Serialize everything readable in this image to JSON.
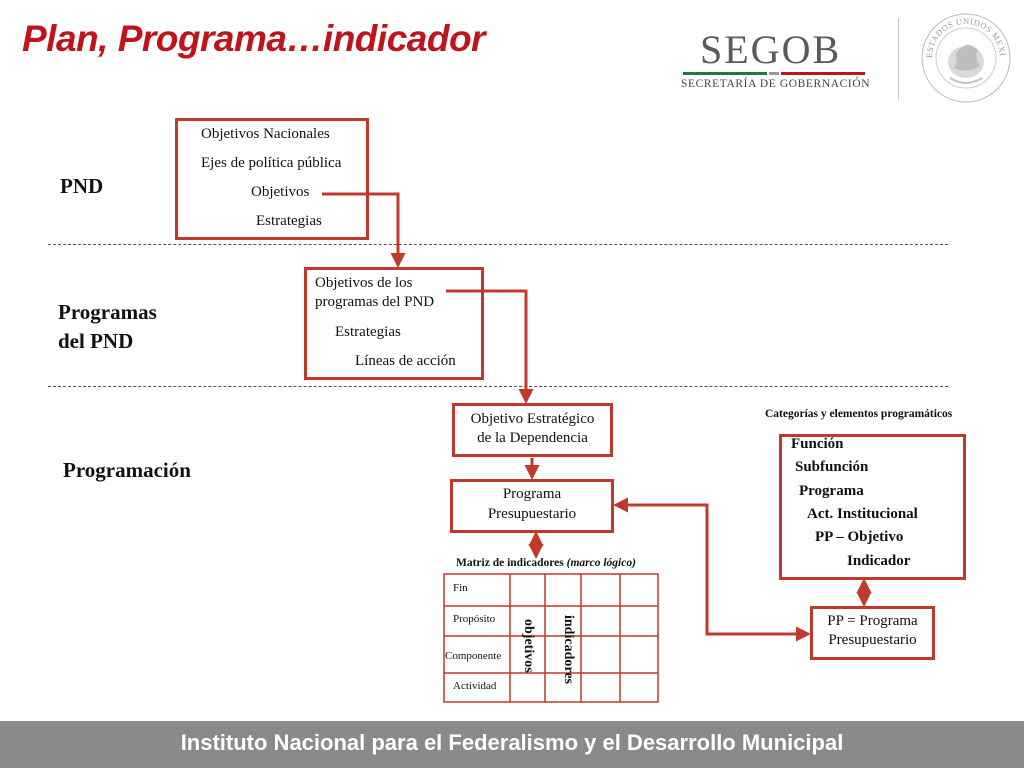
{
  "slide": {
    "title": "Plan, Programa…indicador"
  },
  "logo": {
    "word": "SEGOB",
    "subtitle": "SECRETARÍA DE GOBERNACIÓN",
    "seal_text": "ESTADOS UNIDOS MEXICANOS",
    "colors": {
      "green": "#1b7a3e",
      "gray": "#9a9a9a",
      "red": "#c0141b"
    }
  },
  "sections": {
    "pnd": "PND",
    "programas_line1": "Programas",
    "programas_line2": "del PND",
    "programacion": "Programación"
  },
  "pnd_box": {
    "line1": "Objetivos Nacionales",
    "line2": "Ejes de política pública",
    "line3": "Objetivos",
    "line4": "Estrategias"
  },
  "programs_box": {
    "line1": "Objetivos  de los",
    "line2": "programas del PND",
    "line3": "Estrategias",
    "line4": "Líneas de acción"
  },
  "strategic_box": {
    "line1": "Objetivo Estratégico",
    "line2": "de la Dependencia"
  },
  "budget_box": {
    "line1": "Programa",
    "line2": "Presupuestario"
  },
  "matrix": {
    "title_prefix": "Matriz de indicadores ",
    "title_italic": "(marco lógico)",
    "rows": [
      "Fin",
      "Propósito",
      "Componente",
      "Actividad"
    ],
    "col_objetivos": "objetivos",
    "col_indicadores": "indicadores"
  },
  "categories": {
    "title": "Categorías y elementos programáticos",
    "items": [
      "Función",
      "Subfunción",
      "Programa",
      "Act. Institucional",
      "PP – Objetivo",
      "Indicador"
    ]
  },
  "pp_box": {
    "line1": "PP = Programa",
    "line2": "Presupuestario"
  },
  "footer": {
    "text": "Instituto Nacional para el Federalismo y el Desarrollo Municipal"
  },
  "colors": {
    "accent": "#c0392b",
    "title": "#c0141b",
    "footer": "#8a8a8a"
  }
}
